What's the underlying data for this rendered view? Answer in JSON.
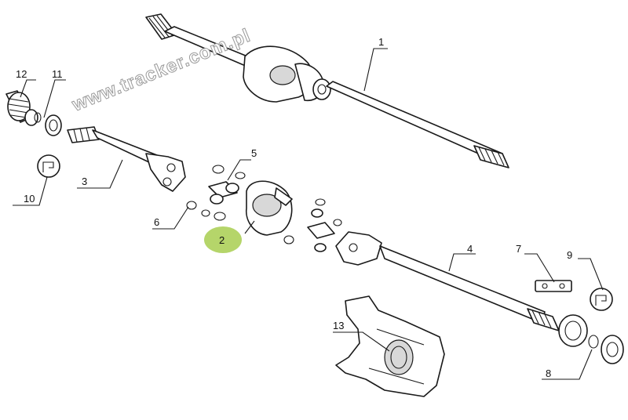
{
  "watermark": "www.tracker.com.pl",
  "callouts": {
    "p1": "1",
    "p2": "2",
    "p3": "3",
    "p4": "4",
    "p5": "5",
    "p6": "6",
    "p7": "7",
    "p8": "8",
    "p9": "9",
    "p10": "10",
    "p11": "11",
    "p12": "12",
    "p13": "13"
  },
  "highlight": {
    "part": "2",
    "color": "#b5d56a"
  }
}
